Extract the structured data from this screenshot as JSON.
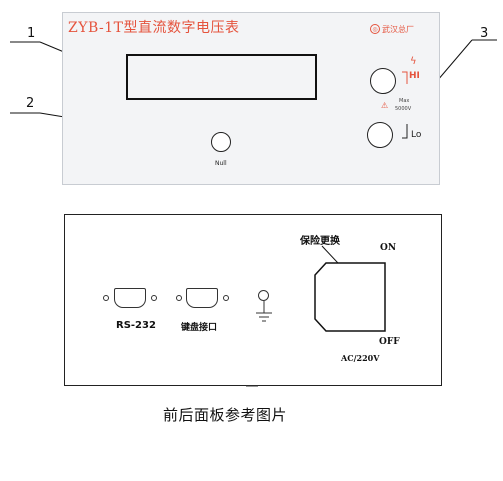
{
  "front_panel": {
    "title": "ZYB-1T型直流数字电压表",
    "brand": "武汉总厂",
    "null_label": "Null",
    "hi_label": "HI",
    "lo_label": "Lo",
    "max_label": "Max",
    "max_value": "5000V"
  },
  "callouts": [
    "1",
    "2",
    "3"
  ],
  "rear_panel": {
    "rs232_label": "RS-232",
    "keyboard_label": "键盘接口",
    "fuse_label": "保险更换",
    "on_label": "ON",
    "off_label": "OFF",
    "ac_label": "AC/220V"
  },
  "caption": "前后面板参考图片",
  "colors": {
    "accent": "#e5533d",
    "panel": "#f3f4f6"
  }
}
